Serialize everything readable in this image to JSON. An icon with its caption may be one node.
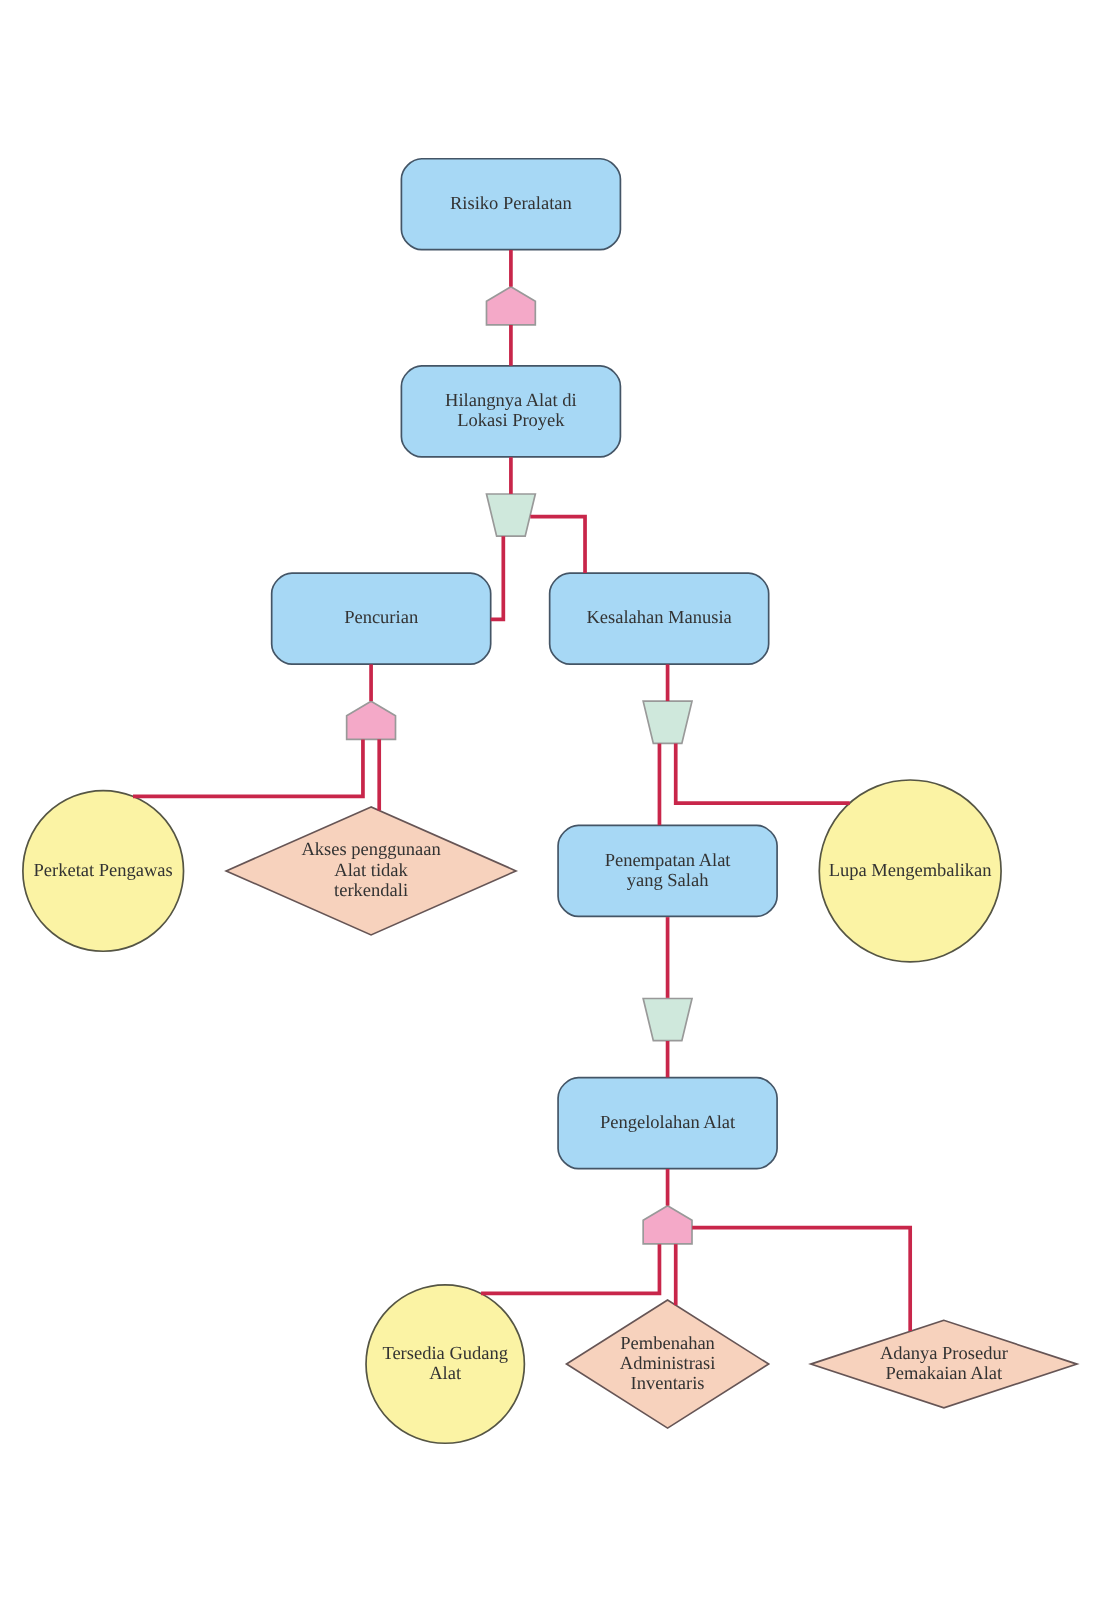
{
  "diagram": {
    "nodes": [
      {
        "text": [
          "Risiko Peralatan"
        ]
      },
      {
        "text": [],
        "shape": "gate"
      },
      {
        "text": [
          "Hilangnya Alat di Lokasi Proyek"
        ]
      },
      {
        "text": [],
        "shape": "gate"
      },
      {
        "text": [
          "Pencurian"
        ]
      },
      {
        "text": [
          "Kesalahan Manusia"
        ]
      },
      {
        "text": [],
        "shape": "gate"
      },
      {
        "text": [],
        "shape": "gate"
      },
      {
        "text": [
          "Perketat Pengawas"
        ]
      },
      {
        "text": [
          "Akses penggunaan Alat tidak terkendali"
        ]
      },
      {
        "text": [
          "Penempatan Alat yang Salah"
        ]
      },
      {
        "text": [
          "Lupa Mengembalikan"
        ]
      },
      {
        "text": [],
        "shape": "gate"
      },
      {
        "text": [
          "Pengelolahan Alat"
        ]
      },
      {
        "text": [],
        "shape": "gate"
      },
      {
        "text": [
          "Tersedia Gudang Alat"
        ]
      },
      {
        "text": [
          "Pembenahan Administrasi Inventaris"
        ]
      },
      {
        "text": [
          "Adanya Prosedur Pemakaian Alat"
        ]
      }
    ],
    "edges": [
      {
        "from": 0,
        "to": 1,
        "arrow": "none"
      },
      {
        "from": 1,
        "to": 2,
        "arrow": "none"
      },
      {
        "from": 2,
        "to": 3,
        "arrow": "none"
      },
      {
        "from": 3,
        "to": 4,
        "arrow": "none"
      },
      {
        "from": 3,
        "to": 5,
        "arrow": "none"
      },
      {
        "from": 4,
        "to": 6,
        "arrow": "none"
      },
      {
        "from": 6,
        "to": 8,
        "arrow": "none"
      },
      {
        "from": 6,
        "to": 9,
        "arrow": "none"
      },
      {
        "from": 5,
        "to": 7,
        "arrow": "none"
      },
      {
        "from": 7,
        "to": 10,
        "arrow": "none"
      },
      {
        "from": 7,
        "to": 11,
        "arrow": "none"
      },
      {
        "from": 10,
        "to": 12,
        "arrow": "none"
      },
      {
        "from": 12,
        "to": 13,
        "arrow": "none"
      },
      {
        "from": 13,
        "to": 14,
        "arrow": "none"
      },
      {
        "from": 14,
        "to": 15,
        "arrow": "none"
      },
      {
        "from": 14,
        "to": 16,
        "arrow": "none"
      },
      {
        "from": 14,
        "to": 17,
        "arrow": "none"
      }
    ]
  }
}
